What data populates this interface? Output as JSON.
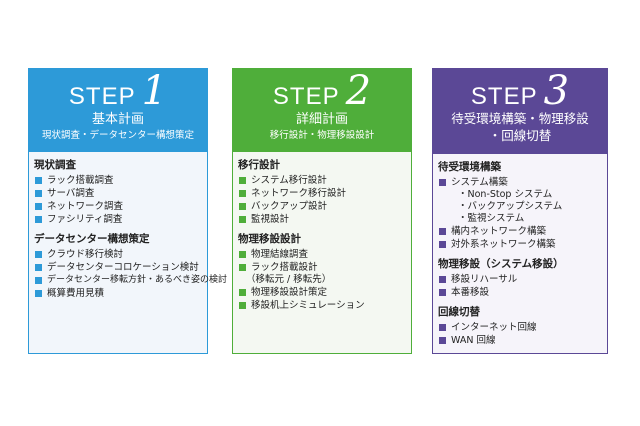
{
  "steps": [
    {
      "step_word": "STEP",
      "step_num": "1",
      "title": "基本計画",
      "subtitle": "現状調査・データセンター構想策定",
      "sections": [
        {
          "title": "現状調査",
          "items": [
            "ラック搭載調査",
            "サーバ調査",
            "ネットワーク調査",
            "ファシリティ調査"
          ]
        },
        {
          "title": "データセンター構想策定",
          "items": [
            "クラウド移行検討",
            "データセンターコロケーション検討",
            "データセンター移転方針・あるべき姿の検討",
            "概算費用見積"
          ]
        }
      ]
    },
    {
      "step_word": "STEP",
      "step_num": "2",
      "title": "詳細計画",
      "subtitle": "移行設計・物理移設設計",
      "sections": [
        {
          "title": "移行設計",
          "items": [
            "システム移行設計",
            "ネットワーク移行設計",
            "バックアップ設計",
            "監視設計"
          ]
        },
        {
          "title": "物理移設設計",
          "items": [
            "物理結線調査",
            "ラック搭載設計",
            "物理移設設計策定",
            "移設机上シミュレーション"
          ],
          "item_note": "（移転元 / 移転先）"
        }
      ]
    },
    {
      "step_word": "STEP",
      "step_num": "3",
      "title_line1": "待受環境構築・物理移設",
      "title_line2": "・回線切替",
      "sections": [
        {
          "title": "待受環境構築",
          "items": [
            "システム構築",
            "構内ネットワーク構築",
            "対外系ネットワーク構築"
          ],
          "sub_items": [
            "・Non-Stop システム",
            "・バックアップシステム",
            "・監視システム"
          ]
        },
        {
          "title": "物理移設（システム移設）",
          "items": [
            "移設リハーサル",
            "本番移設"
          ]
        },
        {
          "title": "回線切替",
          "items": [
            "インターネット回線",
            "WAN 回線"
          ]
        }
      ]
    }
  ],
  "colors": {
    "step1": "#2d9ad8",
    "step2": "#4fae3a",
    "step3": "#5b4896"
  }
}
